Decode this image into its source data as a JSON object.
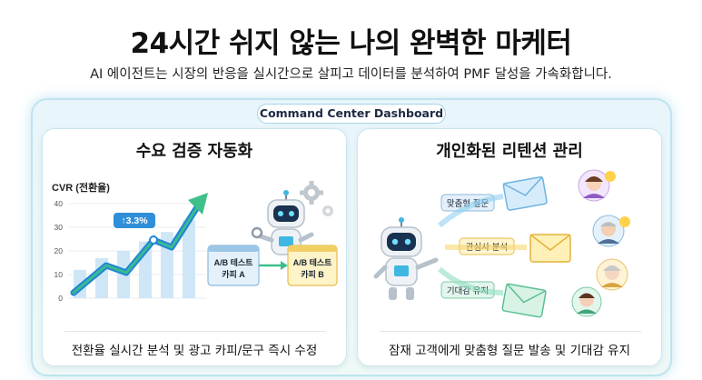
{
  "header": {
    "title": "24시간 쉬지 않는 나의 완벽한 마케터",
    "subtitle": "AI 에이전트는 시장의 반응을 실시간으로 살피고 데이터를 분석하여 PMF 달성을 가속화합니다."
  },
  "dashboard": {
    "label": "Command Center Dashboard"
  },
  "panels": [
    {
      "title": "수요 검증 자동화",
      "caption": "전환율 실시간 분석 및 광고 카피/문구 즉시 수정",
      "chart": {
        "ylabel": "CVR (전환율)",
        "ticks": [
          "40",
          "30",
          "20",
          "10",
          "0"
        ],
        "badge": "↑3.3%"
      },
      "cards": [
        "A/B 테스트\n카피 A",
        "A/B 테스트\n카피 B"
      ]
    },
    {
      "title": "개인화된 리텐션 관리",
      "caption": "잠재 고객에게 맞춤형 질문 발송 및 기대감 유지",
      "tags": [
        "맞춤형 질문",
        "관심사 분석",
        "기대감 유지"
      ]
    }
  ],
  "colors": {
    "accent_blue": "#2f8fd8",
    "accent_green": "#3fbf8a",
    "border": "#bfe3ef",
    "envelope_yellow": "#f6c646"
  },
  "chart_data": {
    "type": "bar",
    "ylabel": "CVR (전환율)",
    "ylim": [
      0,
      40
    ],
    "categories": [
      "",
      "",
      "",
      "",
      "",
      ""
    ],
    "values": [
      12,
      17,
      20,
      24,
      28,
      33
    ],
    "annotation": "↑3.3%"
  }
}
